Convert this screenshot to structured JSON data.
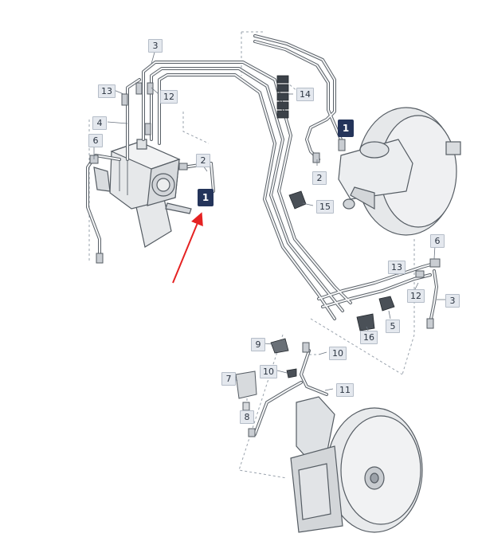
{
  "diagram": {
    "accent_color": "#24345a",
    "pointer_color": "#e52222",
    "callouts": {
      "c3_top": "3",
      "c13_left": "13",
      "c12_left": "12",
      "c4": "4",
      "c6_left": "6",
      "c2_abs": "2",
      "c1_highlight": "1",
      "c14": "14",
      "c1_master": "1",
      "c2_master": "2",
      "c15": "15",
      "c6_right": "6",
      "c13_right": "13",
      "c12_right": "12",
      "c3_right": "3",
      "c5": "5",
      "c16": "16",
      "c9": "9",
      "c10_top": "10",
      "c10_mid": "10",
      "c11": "11",
      "c7": "7",
      "c8": "8"
    }
  }
}
